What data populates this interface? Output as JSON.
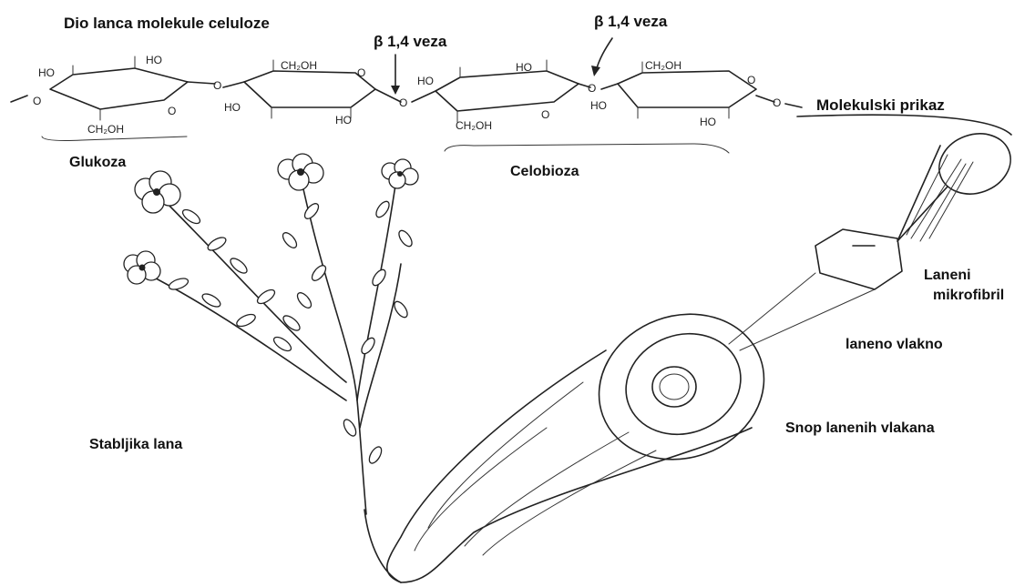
{
  "labels": {
    "chain_title": "Dio lanca molekule celuloze",
    "bond_1": "β 1,4 veza",
    "bond_2": "β 1,4 veza",
    "molecular": "Molekulski prikaz",
    "glucose": "Glukoza",
    "cellobiose": "Celobioza",
    "microfibril_line1": "Laneni",
    "microfibril_line2": "mikrofibril",
    "fiber": "laneno vlakno",
    "bundle": "Snop lanenih vlakana",
    "stem": "Stabljika lana"
  },
  "chem": {
    "ho": "HO",
    "ch2oh": "CH₂OH",
    "o": "O"
  }
}
